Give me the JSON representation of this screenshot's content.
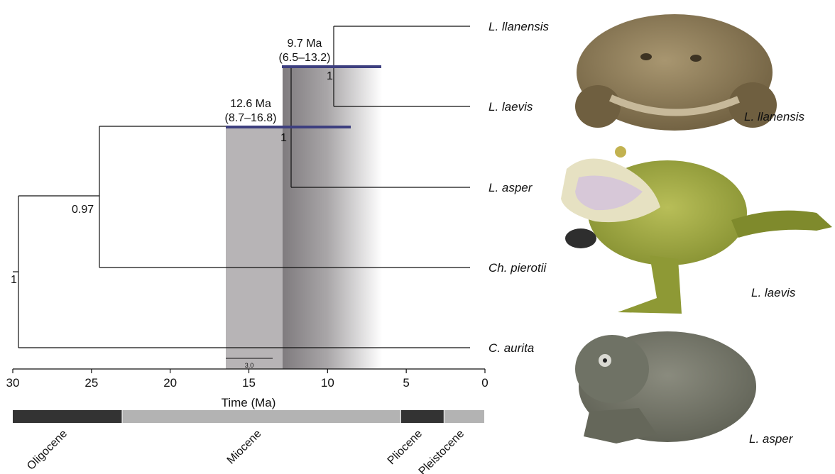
{
  "tree": {
    "taxa": [
      "L. llanensis",
      "L. laevis",
      "L. asper",
      "Ch. pierotii",
      "C. aurita"
    ],
    "node_supports": [
      "1",
      "1",
      "0.97",
      "1"
    ],
    "node_ages": [
      {
        "label": "9.7 Ma",
        "interval": "(6.5–13.2)"
      },
      {
        "label": "12.6 Ma",
        "interval": "(8.7–16.8)"
      }
    ]
  },
  "scale_bar": {
    "value": 3.0,
    "label": "3.0"
  },
  "time_axis": {
    "label": "Time (Ma)",
    "min": 0,
    "max": 30,
    "ticks": [
      30,
      25,
      20,
      15,
      10,
      5,
      0
    ]
  },
  "epochs": [
    {
      "name": "Oligocene",
      "start": 30,
      "end": 23.03,
      "color": "#333333"
    },
    {
      "name": "Miocene",
      "start": 23.03,
      "end": 5.33,
      "color": "#b3b3b3"
    },
    {
      "name": "Pliocene",
      "start": 5.33,
      "end": 2.58,
      "color": "#333333"
    },
    {
      "name": "Pleistocene",
      "start": 2.58,
      "end": 0,
      "color": "#b3b3b3"
    }
  ],
  "photo_captions": [
    "L. llanensis",
    "L. laevis",
    "L. asper"
  ],
  "colors": {
    "hpd_bar": "#3d3f7f",
    "shade_outer": "#b7b4b6",
    "shade_inner": "#8f8b8e",
    "frog_llanensis": "#8c7a55",
    "frog_laevis": "#9aa43a",
    "frog_asper": "#707264"
  }
}
